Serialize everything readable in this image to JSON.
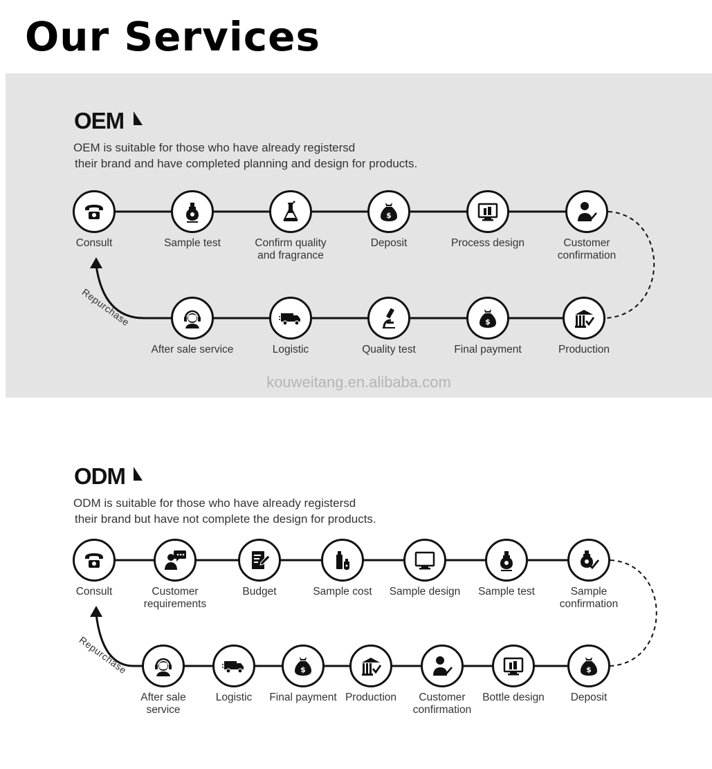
{
  "title": "Our Services",
  "watermark": "kouweitang.en.alibaba.com",
  "repurchase_label": "Repurchase",
  "oem": {
    "heading": "OEM",
    "desc_line1": "OEM is suitable for those who have already registersd",
    "desc_line2": "their brand and have completed planning and design for products.",
    "top_row": [
      {
        "label": "Consult",
        "icon": "telephone-icon"
      },
      {
        "label": "Sample test",
        "icon": "sample-bottle-icon"
      },
      {
        "label": "Confirm quality\nand fragrance",
        "icon": "flask-icon"
      },
      {
        "label": "Deposit",
        "icon": "money-bag-icon"
      },
      {
        "label": "Process design",
        "icon": "monitor-bottles-icon"
      },
      {
        "label": "Customer\nconfirmation",
        "icon": "person-approve-icon"
      }
    ],
    "bottom_row": [
      {
        "label": "After sale service",
        "icon": "headset-agent-icon"
      },
      {
        "label": "Logistic",
        "icon": "delivery-truck-icon"
      },
      {
        "label": "Quality test",
        "icon": "microscope-icon"
      },
      {
        "label": "Final payment",
        "icon": "money-bag-icon"
      },
      {
        "label": "Production",
        "icon": "factory-check-icon"
      }
    ]
  },
  "odm": {
    "heading": "ODM",
    "desc_line1": "ODM is suitable for those who have already registersd",
    "desc_line2": "their brand but have not complete the design for products.",
    "top_row": [
      {
        "label": "Consult",
        "icon": "telephone-icon"
      },
      {
        "label": "Customer\nrequirements",
        "icon": "person-chat-icon"
      },
      {
        "label": "Budget",
        "icon": "document-edit-icon"
      },
      {
        "label": "Sample cost",
        "icon": "bottles-icon"
      },
      {
        "label": "Sample design",
        "icon": "monitor-icon"
      },
      {
        "label": "Sample test",
        "icon": "sample-bottle-icon"
      },
      {
        "label": "Sample\nconfirmation",
        "icon": "sample-check-icon"
      }
    ],
    "bottom_row": [
      {
        "label": "After sale\nservice",
        "icon": "headset-agent-icon"
      },
      {
        "label": "Logistic",
        "icon": "delivery-truck-icon"
      },
      {
        "label": "Final payment",
        "icon": "money-bag-icon"
      },
      {
        "label": "Production",
        "icon": "factory-check-icon"
      },
      {
        "label": "Customer\nconfirmation",
        "icon": "person-approve-icon"
      },
      {
        "label": "Bottle design",
        "icon": "monitor-bottles-icon"
      },
      {
        "label": "Deposit",
        "icon": "money-bag-icon"
      }
    ]
  }
}
